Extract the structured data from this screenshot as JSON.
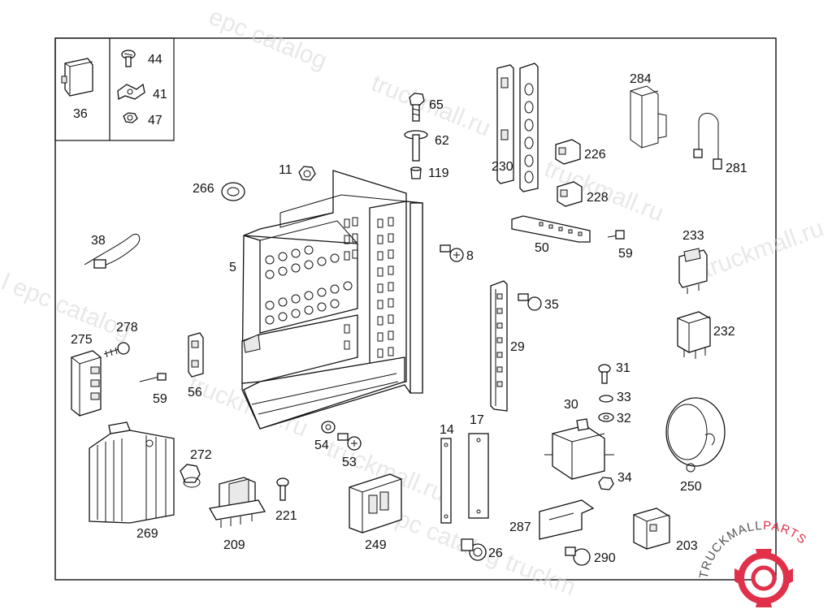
{
  "callouts": {
    "c36": "36",
    "c44": "44",
    "c41": "41",
    "c47": "47",
    "c65": "65",
    "c62": "62",
    "c119": "119",
    "c11": "11",
    "c266": "266",
    "c5": "5",
    "c38": "38",
    "c8": "8",
    "c230": "230",
    "c226": "226",
    "c228": "228",
    "c284": "284",
    "c281": "281",
    "c50": "50",
    "c59a": "59",
    "c233": "233",
    "c35": "35",
    "c29": "29",
    "c232": "232",
    "c275": "275",
    "c278": "278",
    "c59b": "59",
    "c56": "56",
    "c31": "31",
    "c33": "33",
    "c32": "32",
    "c30": "30",
    "c34": "34",
    "c250": "250",
    "c54": "54",
    "c53": "53",
    "c14": "14",
    "c17": "17",
    "c272": "272",
    "c269": "269",
    "c209": "209",
    "c221": "221",
    "c249": "249",
    "c26": "26",
    "c287": "287",
    "c290": "290",
    "c203": "203"
  },
  "watermarks": {
    "w1": "epc catalog",
    "w2": "truckmall.ru",
    "w3": "truckmall.ru",
    "w4": "l epc catalog",
    "w5": "truckmall.ru",
    "w6": "truckmall.ru",
    "w7": "truckmall.ru",
    "w8": "epc catalog",
    "w9": "truckm"
  },
  "logo": {
    "brand_dark": "TRUCKMALL",
    "brand_red": "PARTS",
    "accent_color": "#e0304a"
  }
}
